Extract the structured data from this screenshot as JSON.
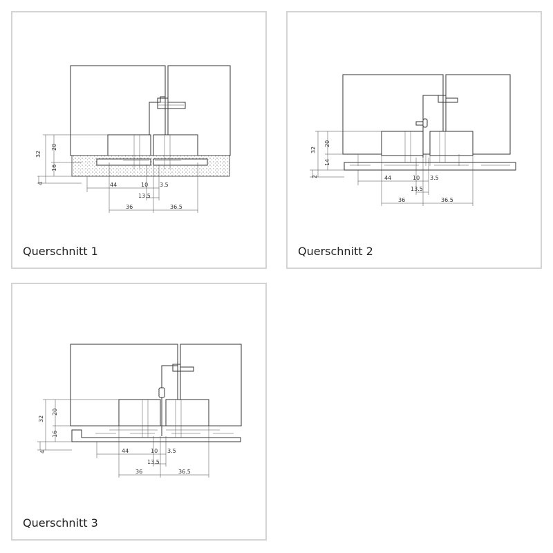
{
  "panels": [
    {
      "caption": "Querschnitt 1",
      "dims": {
        "d32": "32",
        "d20": "20",
        "d16": "16",
        "d4": "4",
        "d44": "44",
        "d10": "10",
        "d3_5": "3.5",
        "d13_5": "13.5",
        "d36": "36",
        "d36_5": "36.5"
      }
    },
    {
      "caption": "Querschnitt 2",
      "dims": {
        "d32": "32",
        "d20": "20",
        "d14": "14",
        "d2": "2",
        "d44": "44",
        "d10": "10",
        "d3_5": "3.5",
        "d13_5": "13.5",
        "d36": "36",
        "d36_5": "36.5"
      }
    },
    {
      "caption": "Querschnitt 3",
      "dims": {
        "d32": "32",
        "d20": "20",
        "d16": "16",
        "d4": "4",
        "d44": "44",
        "d10": "10",
        "d3_5": "3.5",
        "d13_5": "13.5",
        "d36": "36",
        "d36_5": "36.5"
      }
    }
  ]
}
